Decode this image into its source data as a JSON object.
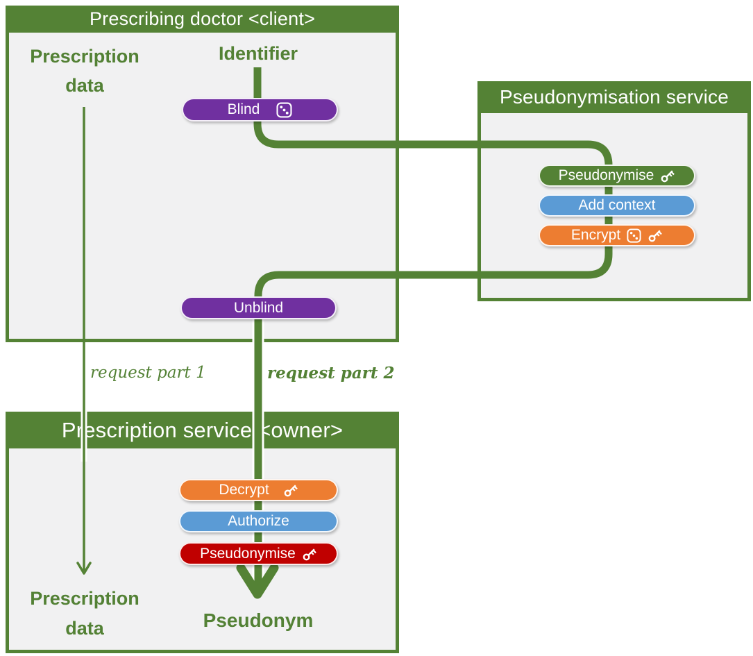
{
  "colors": {
    "green": "#548235",
    "green_text": "#538135",
    "purple": "#7030A0",
    "blue": "#5B9BD5",
    "orange": "#ED7D31",
    "red": "#C00000",
    "body_gray": "#F1F1F2",
    "white": "#FFFFFF"
  },
  "client_box": {
    "title": "Prescribing doctor <client>",
    "prescription_data_line1": "Prescription",
    "prescription_data_line2": "data",
    "identifier_label": "Identifier",
    "blind_pill": {
      "label": "Blind",
      "icon": "dice-icon"
    },
    "unblind_pill": {
      "label": "Unblind"
    }
  },
  "pseudonymisation_box": {
    "title": "Pseudonymisation service",
    "pseudonymise_pill": {
      "label": "Pseudonymise",
      "icon": "key-icon"
    },
    "add_context_pill": {
      "label": "Add context"
    },
    "encrypt_pill": {
      "label": "Encrypt",
      "icons": [
        "dice-icon",
        "key-icon"
      ]
    }
  },
  "owner_box": {
    "title": "Prescription service <owner>",
    "decrypt_pill": {
      "label": "Decrypt",
      "icon": "key-icon"
    },
    "authorize_pill": {
      "label": "Authorize"
    },
    "pseudonymise_pill": {
      "label": "Pseudonymise",
      "icon": "key-icon"
    },
    "prescription_data_line1": "Prescription",
    "prescription_data_line2": "data",
    "pseudonym_label": "Pseudonym"
  },
  "flow_labels": {
    "request_part_1": "request part 1",
    "request_part_2": "request part 2"
  }
}
